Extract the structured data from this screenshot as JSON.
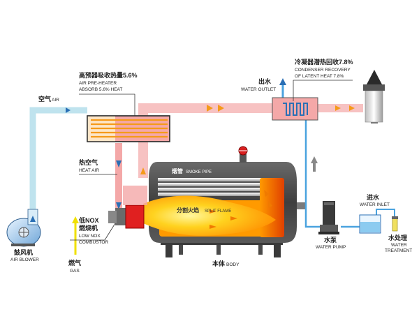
{
  "labels": {
    "air": {
      "cn": "空气",
      "en": "AIR"
    },
    "preheater": {
      "cn": "高预器吸收热量5.6%",
      "en1": "AIR PRE-HEATER",
      "en2": "ABSORB 5.6% HEAT"
    },
    "hot_air": {
      "cn": "热空气",
      "en": "HEAT AIR"
    },
    "smoke_pipe": {
      "cn": "烟管",
      "en": "SMOKE PIPE"
    },
    "split_flame": {
      "cn": "分割火焰",
      "en": "SPLIT FLAME"
    },
    "combustor": {
      "cn1": "低NOX",
      "cn2": "燃烧机",
      "en1": "LOW NOX",
      "en2": "COMBUSTOR"
    },
    "gas": {
      "cn": "燃气",
      "en": "GAS"
    },
    "blower": {
      "cn": "鼓风机",
      "en": "AIR BLOWER"
    },
    "body": {
      "cn": "本体",
      "en": "BODY"
    },
    "water_outlet": {
      "cn": "出水",
      "en": "WATER OUTLET"
    },
    "condenser": {
      "cn": "冷凝器潜热回收7.8%",
      "en1": "CONDENSER RECOVERY",
      "en2": "OF LATENT HEAT 7.8%"
    },
    "water_pump": {
      "cn": "水泵",
      "en": "WATER PUMP"
    },
    "water_inlet": {
      "cn": "进水",
      "en": "WATER INLET"
    },
    "water_treatment": {
      "cn": "水处理",
      "en1": "WATER",
      "en2": "TREATMENT"
    }
  },
  "colors": {
    "air_pipe": "#bfe3ee",
    "hot_pipe": "#f4a8a8",
    "flue_pipe": "#f7c2c2",
    "water_pipe": "#4aa3df",
    "boiler_shell": "#4a4a4a",
    "flame": "#ffd21f",
    "burner": "#e02020",
    "gas_line": "#f0e000"
  }
}
